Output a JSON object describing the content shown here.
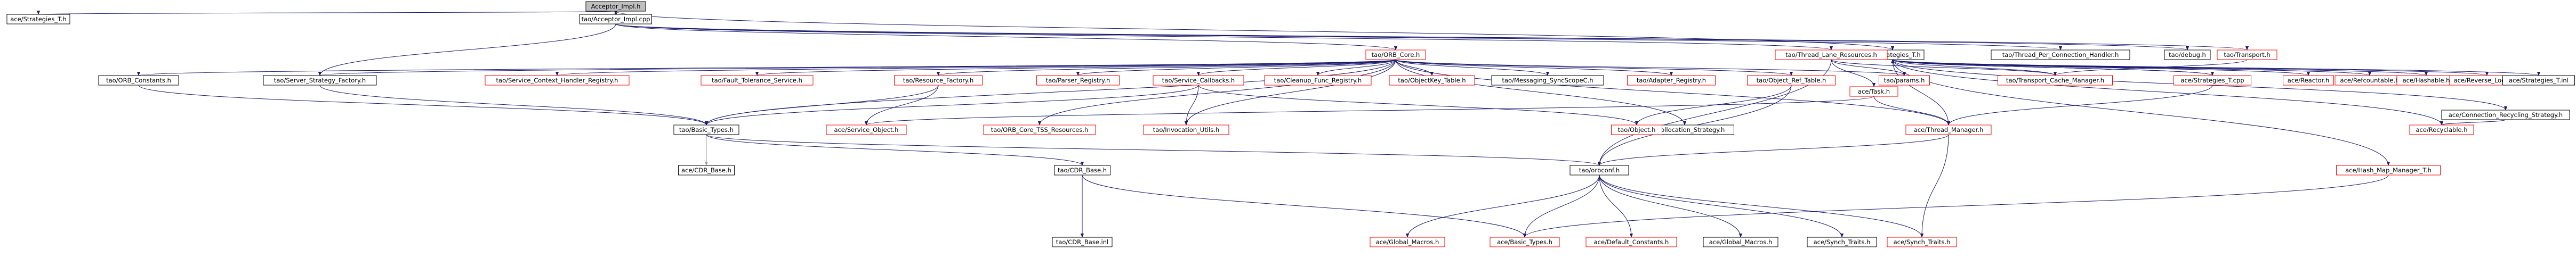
{
  "colors": {
    "normal_border": "#000000",
    "missing_border": "#ff0000",
    "root_fill": "#bfbfbf",
    "edge": "#191970",
    "edge_dim": "#a0a0a0"
  },
  "nodes": {
    "acceptor_impl_h": "Acceptor_Impl.h",
    "acceptor_impl_cpp": "tao/Acceptor_Impl.cpp",
    "ace_strategies_t_h": "ace/Strategies_T.h",
    "tao_orb_core_h": "tao/ORB_Core.h",
    "tao_thread_lane_resources_h": "tao/Thread_Lane_Resources.h",
    "tao_thread_per_connection_handler_h": "tao/Thread_Per_Connection_Handler.h",
    "tao_debug_h": "tao/debug.h",
    "tao_transport_h": "tao/Transport.h",
    "tao_orb_constants_h": "tao/ORB_Constants.h",
    "tao_server_strategy_factory_h": "tao/Server_Strategy_Factory.h",
    "tao_service_context_handler_registry_h": "tao/Service_Context_Handler_Registry.h",
    "tao_fault_tolerance_service_h": "tao/Fault_Tolerance_Service.h",
    "tao_resource_factory_h": "tao/Resource_Factory.h",
    "tao_parser_registry_h": "tao/Parser_Registry.h",
    "tao_service_callbacks_h": "tao/Service_Callbacks.h",
    "tao_cleanup_func_registry_h": "tao/Cleanup_Func_Registry.h",
    "tao_objectkey_table_h": "tao/ObjectKey_Table.h",
    "tao_messaging_syncscopec_h": "tao/Messaging_SyncScopeC.h",
    "tao_adapter_registry_h": "tao/Adapter_Registry.h",
    "tao_object_ref_table_h": "tao/Object_Ref_Table.h",
    "tao_params_h": "tao/params.h",
    "tao_transport_cache_manager_h": "tao/Transport_Cache_Manager.h",
    "ace_task_h": "ace/Task.h",
    "ace_strategies_t_cpp": "ace/Strategies_T.cpp",
    "ace_reactor_h": "ace/Reactor.h",
    "ace_refcountable_h": "ace/Refcountable.h",
    "ace_hashable_h": "ace/Hashable.h",
    "ace_reverse_lock_t_h": "ace/Reverse_Lock_T.h",
    "ace_strategies_t_inl": "ace/Strategies_T.inl",
    "ace_connection_recycling_strategy_h": "ace/Connection_Recycling_Strategy.h",
    "tao_basic_types_h": "tao/Basic_Types.h",
    "ace_service_object_h": "ace/Service_Object.h",
    "tao_orb_core_tss_resources_h": "tao/ORB_Core_TSS_Resources.h",
    "tao_invocation_utils_h": "tao/Invocation_Utils.h",
    "tao_collocation_strategy_h": "tao/Collocation_Strategy.h",
    "tao_object_h": "tao/Object.h",
    "ace_thread_manager_h": "ace/Thread_Manager.h",
    "ace_recyclable_h": "ace/Recyclable.h",
    "ace_cdr_base_h": "ace/CDR_Base.h",
    "tao_cdr_base_h": "tao/CDR_Base.h",
    "tao_orbconf_h": "tao/orbconf.h",
    "ace_hash_map_manager_t_h": "ace/Hash_Map_Manager_T.h",
    "tao_cdr_base_inl": "tao/CDR_Base.inl",
    "ace_global_macros_h_red": "ace/Global_Macros.h",
    "ace_basic_types_h": "ace/Basic_Types.h",
    "ace_default_constants_h": "ace/Default_Constants.h",
    "ace_global_macros_h": "ace/Global_Macros.h",
    "ace_synch_traits_h": "ace/Synch_Traits.h",
    "ace_synch_traits_h_red": "ace/Synch_Traits.h"
  }
}
